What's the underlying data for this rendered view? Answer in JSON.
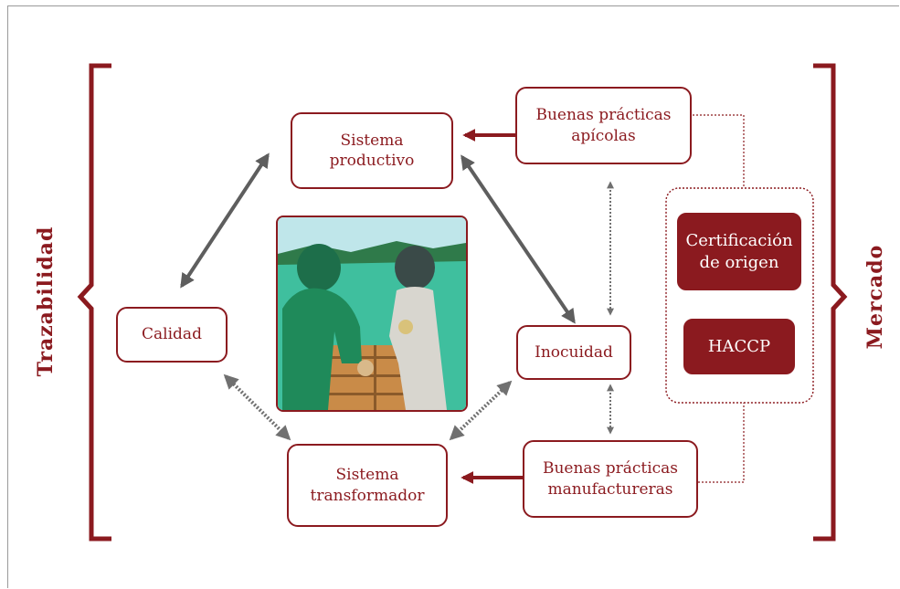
{
  "side_labels": {
    "left": "Trazabilidad",
    "right": "Mercado"
  },
  "boxes": {
    "sistema_productivo": "Sistema\nproductivo",
    "calidad": "Calidad",
    "inocuidad": "Inocuidad",
    "sistema_transformador": "Sistema\ntransformador",
    "buenas_practicas_apicolas": "Buenas prácticas\napícolas",
    "buenas_practicas_manufactureras": "Buenas prácticas\nmanufactureras",
    "certificacion_origen": "Certificación\nde origen",
    "haccp": "HACCP"
  },
  "colors": {
    "accent": "#8b1a1f",
    "arrow_gray": "#5e5e5e",
    "photo_backdrop": "#3fbf9e"
  }
}
